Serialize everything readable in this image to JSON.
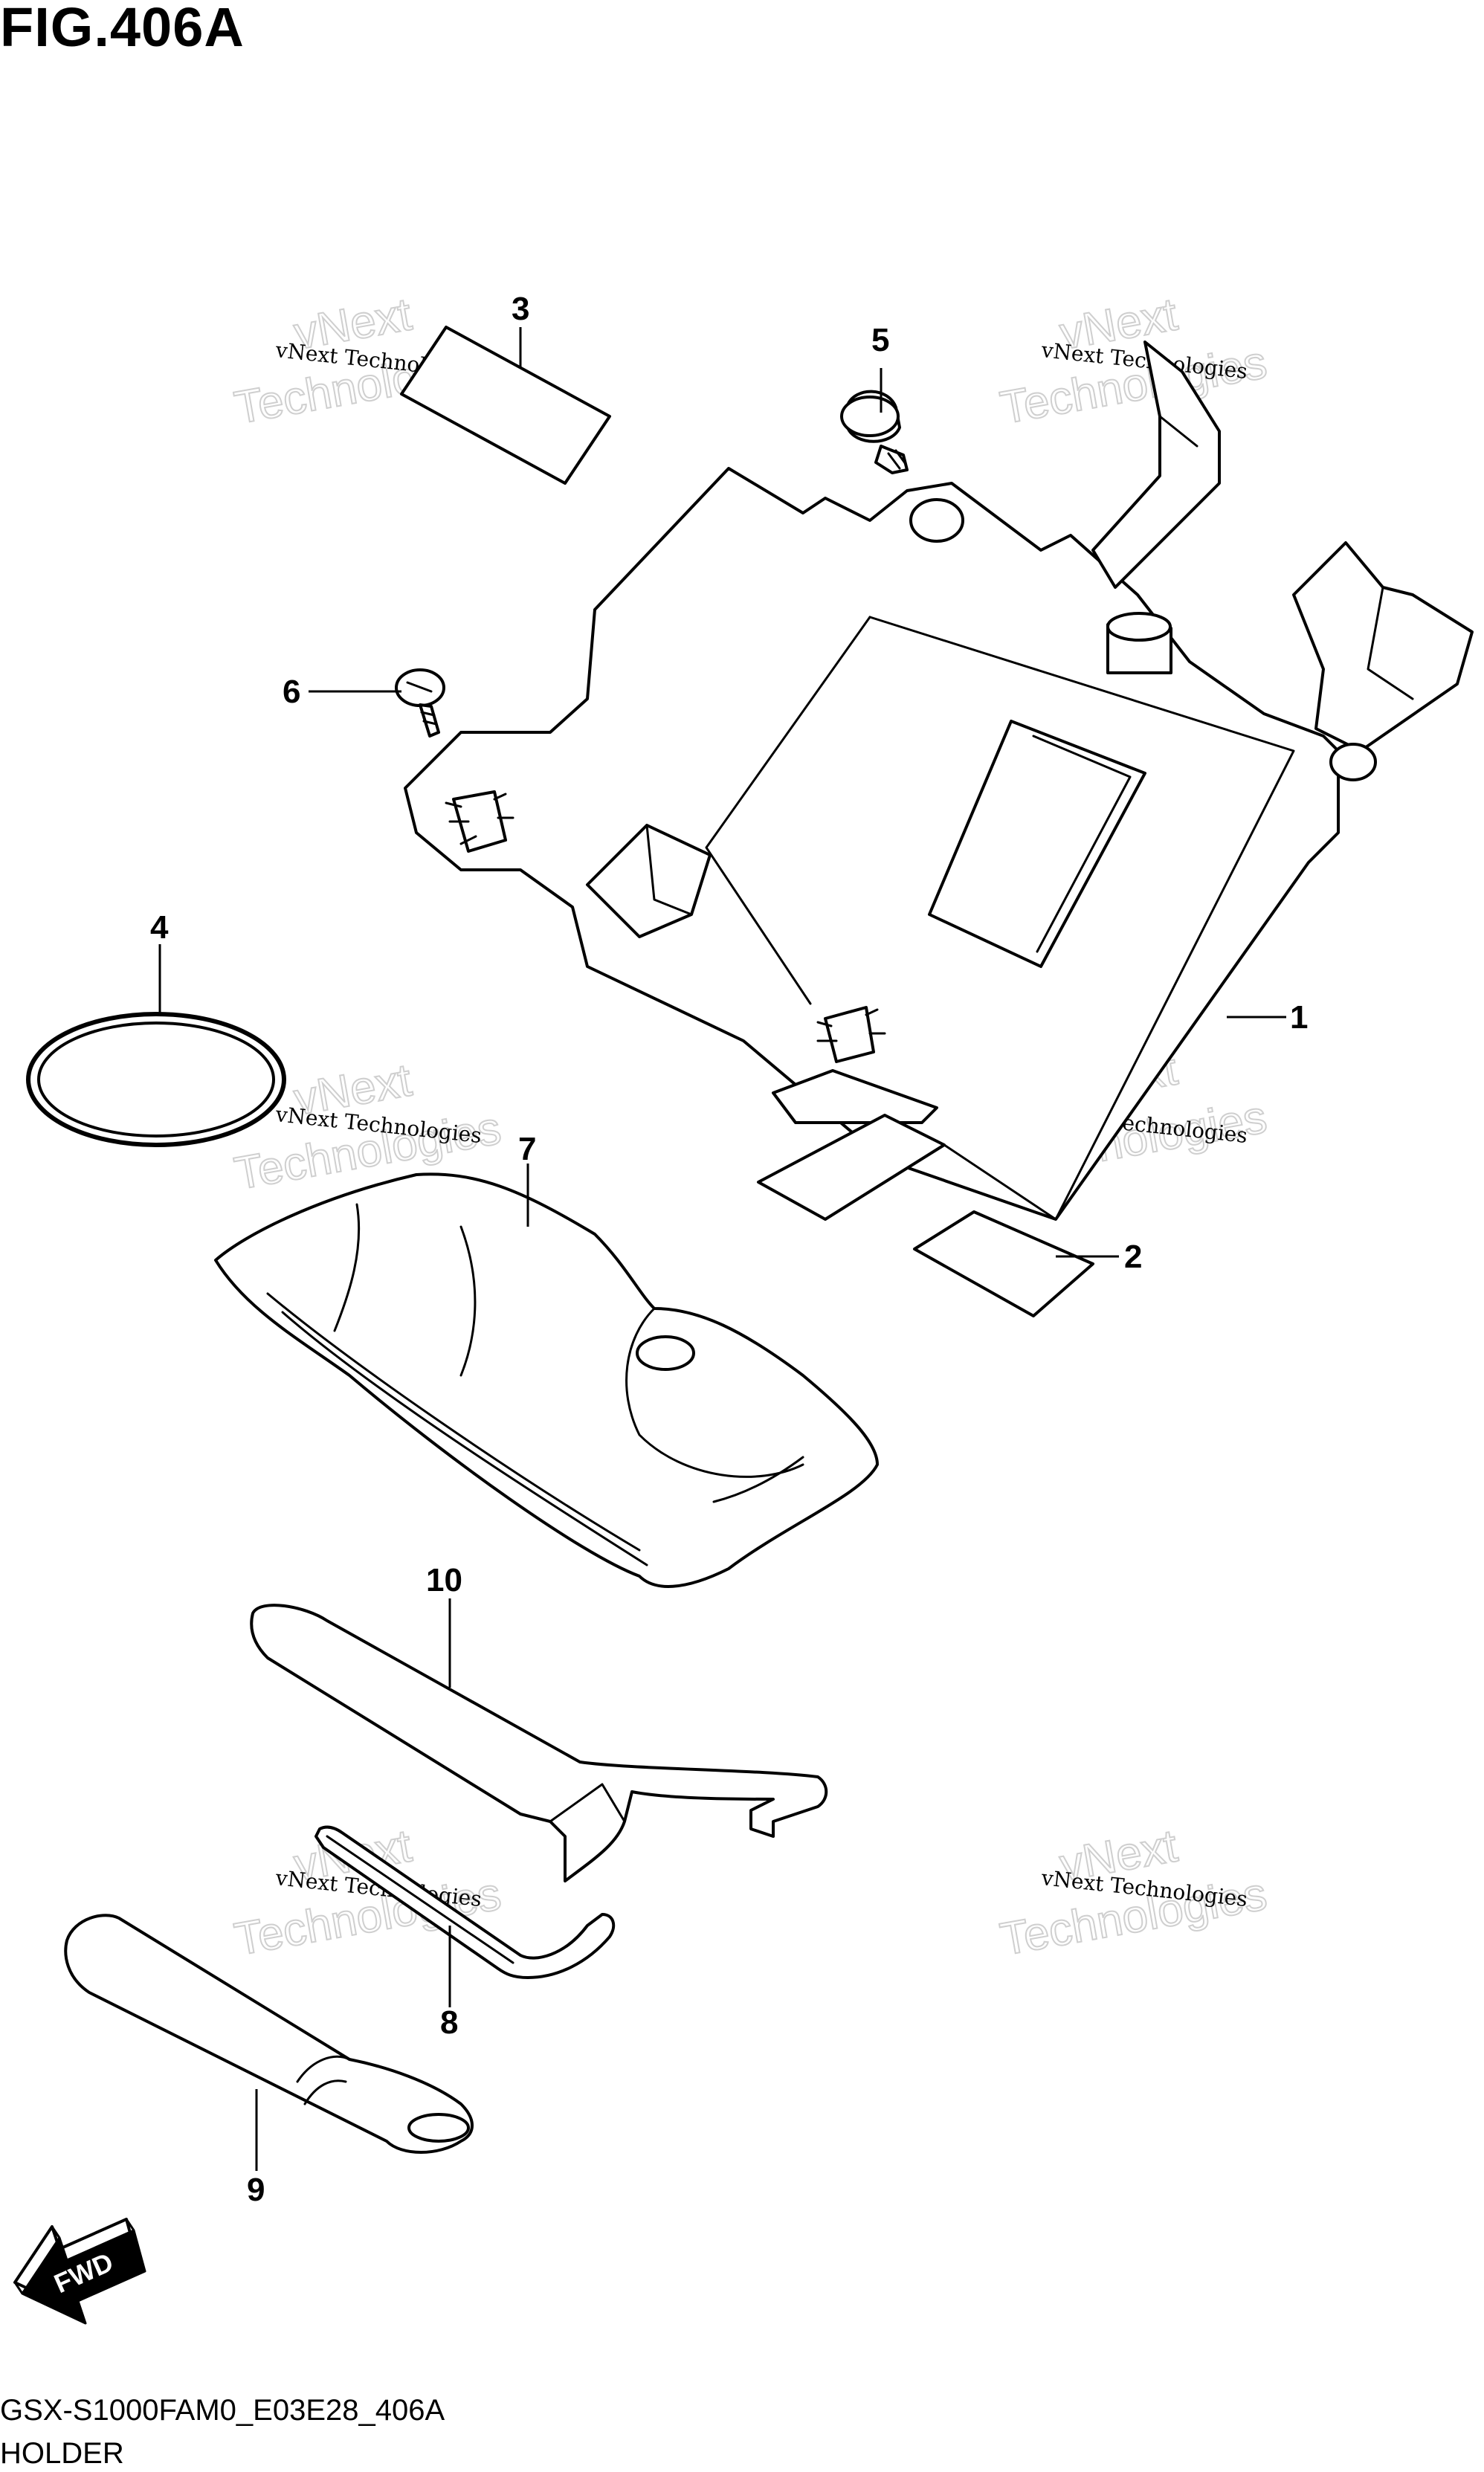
{
  "figure": {
    "title": "FIG.406A",
    "code": "GSX-S1000FAM0_E03E28_406A",
    "name": "HOLDER"
  },
  "watermark": {
    "line1": "vNext",
    "line2": "Technologies",
    "small": "vNext Technologies"
  },
  "callouts": {
    "c1": "1",
    "c2": "2",
    "c3": "3",
    "c4": "4",
    "c5": "5",
    "c6": "6",
    "c7": "7",
    "c8": "8",
    "c9": "9",
    "c10": "10"
  },
  "direction": {
    "label": "FWD"
  },
  "colors": {
    "line": "#000000",
    "background": "#ffffff",
    "watermark": "#cfcfcf"
  }
}
